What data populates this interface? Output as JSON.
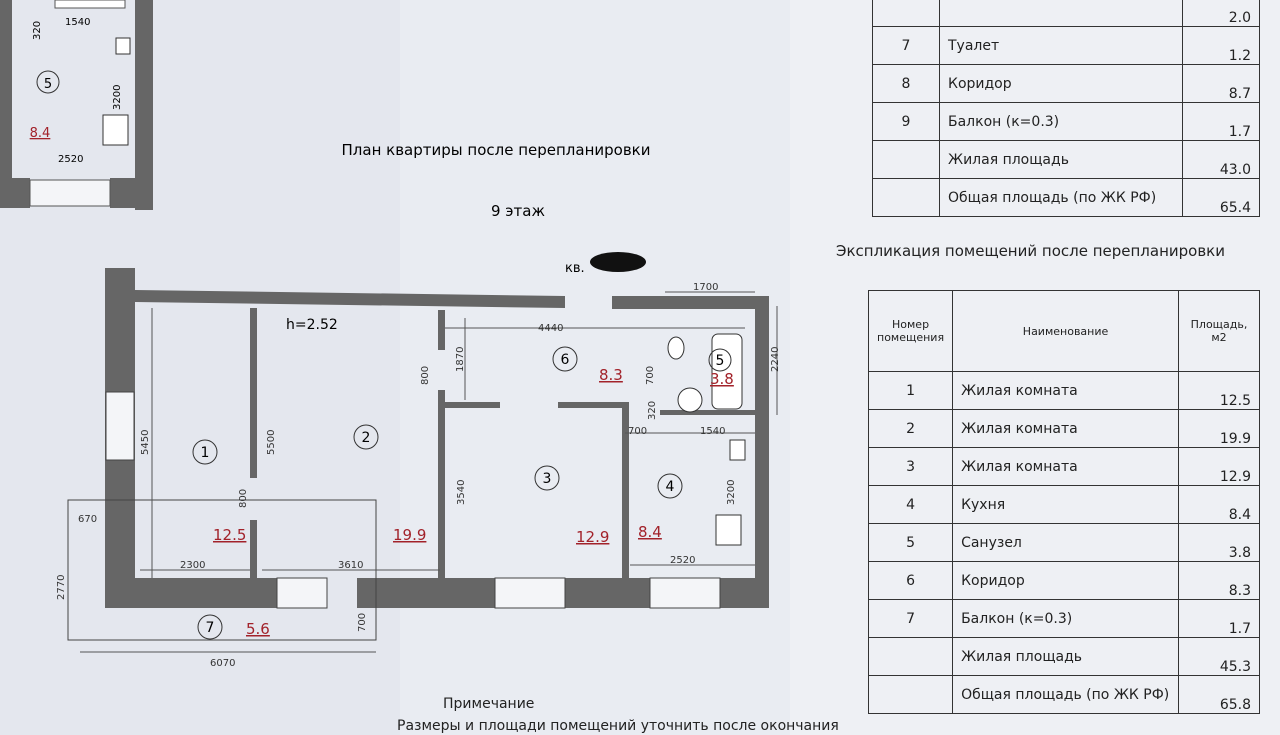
{
  "plan": {
    "title": "План квартиры после перепланировки",
    "floor": "9 этаж",
    "apartment_label": "кв.",
    "ceiling_height": "h=2.52",
    "rooms": [
      {
        "number": "1",
        "area": "12.5"
      },
      {
        "number": "2",
        "area": "19.9"
      },
      {
        "number": "3",
        "area": "12.9"
      },
      {
        "number": "4",
        "area": "8.4"
      },
      {
        "number": "5",
        "area": "3.8"
      },
      {
        "number": "6",
        "area": "8.3"
      },
      {
        "number": "7",
        "area": "5.6"
      }
    ],
    "dimensions": {
      "d4440": "4440",
      "d1700": "1700",
      "d2240": "2240",
      "d1870": "1870",
      "d800a": "800",
      "d700a": "700",
      "d320": "320",
      "d700b": "700",
      "d1540": "1540",
      "d5450": "5450",
      "d5500": "5500",
      "d800b": "800",
      "d3540": "3540",
      "d3200": "3200",
      "d2300": "2300",
      "d3610": "3610",
      "d2520": "2520",
      "d670": "670",
      "d2770": "2770",
      "d700c": "700",
      "d6070": "6070"
    }
  },
  "old_plan_fragment": {
    "room_number": "5",
    "area": "8.4",
    "d1540": "1540",
    "d320": "320",
    "d3200": "3200",
    "d2520": "2520"
  },
  "old_table": {
    "rows": [
      {
        "num": "",
        "name": "",
        "area": "2.0"
      },
      {
        "num": "7",
        "name": "Туалет",
        "area": "1.2"
      },
      {
        "num": "8",
        "name": "Коридор",
        "area": "8.7"
      },
      {
        "num": "9",
        "name": "Балкон (к=0.3)",
        "area": "1.7"
      },
      {
        "num": "",
        "name": "Жилая площадь",
        "area": "43.0"
      },
      {
        "num": "",
        "name": "Общая площадь (по ЖК РФ)",
        "area": "65.4"
      }
    ]
  },
  "new_table": {
    "title": "Экспликация  помещений после перепланировки",
    "headers": {
      "num": "Номер помещения",
      "name": "Наименование",
      "area": "Площадь, м2"
    },
    "rows": [
      {
        "num": "1",
        "name": "Жилая комната",
        "area": "12.5"
      },
      {
        "num": "2",
        "name": "Жилая комната",
        "area": "19.9"
      },
      {
        "num": "3",
        "name": "Жилая комната",
        "area": "12.9"
      },
      {
        "num": "4",
        "name": "Кухня",
        "area": "8.4"
      },
      {
        "num": "5",
        "name": "Санузел",
        "area": "3.8"
      },
      {
        "num": "6",
        "name": "Коридор",
        "area": "8.3"
      },
      {
        "num": "7",
        "name": "Балкон (к=0.3)",
        "area": "1.7"
      },
      {
        "num": "",
        "name": "Жилая площадь",
        "area": "45.3"
      },
      {
        "num": "",
        "name": "Общая площадь (по ЖК РФ)",
        "area": "65.8"
      }
    ]
  },
  "note": {
    "title": "Примечание",
    "text": "Размеры и площади помещений уточнить после окончания"
  }
}
